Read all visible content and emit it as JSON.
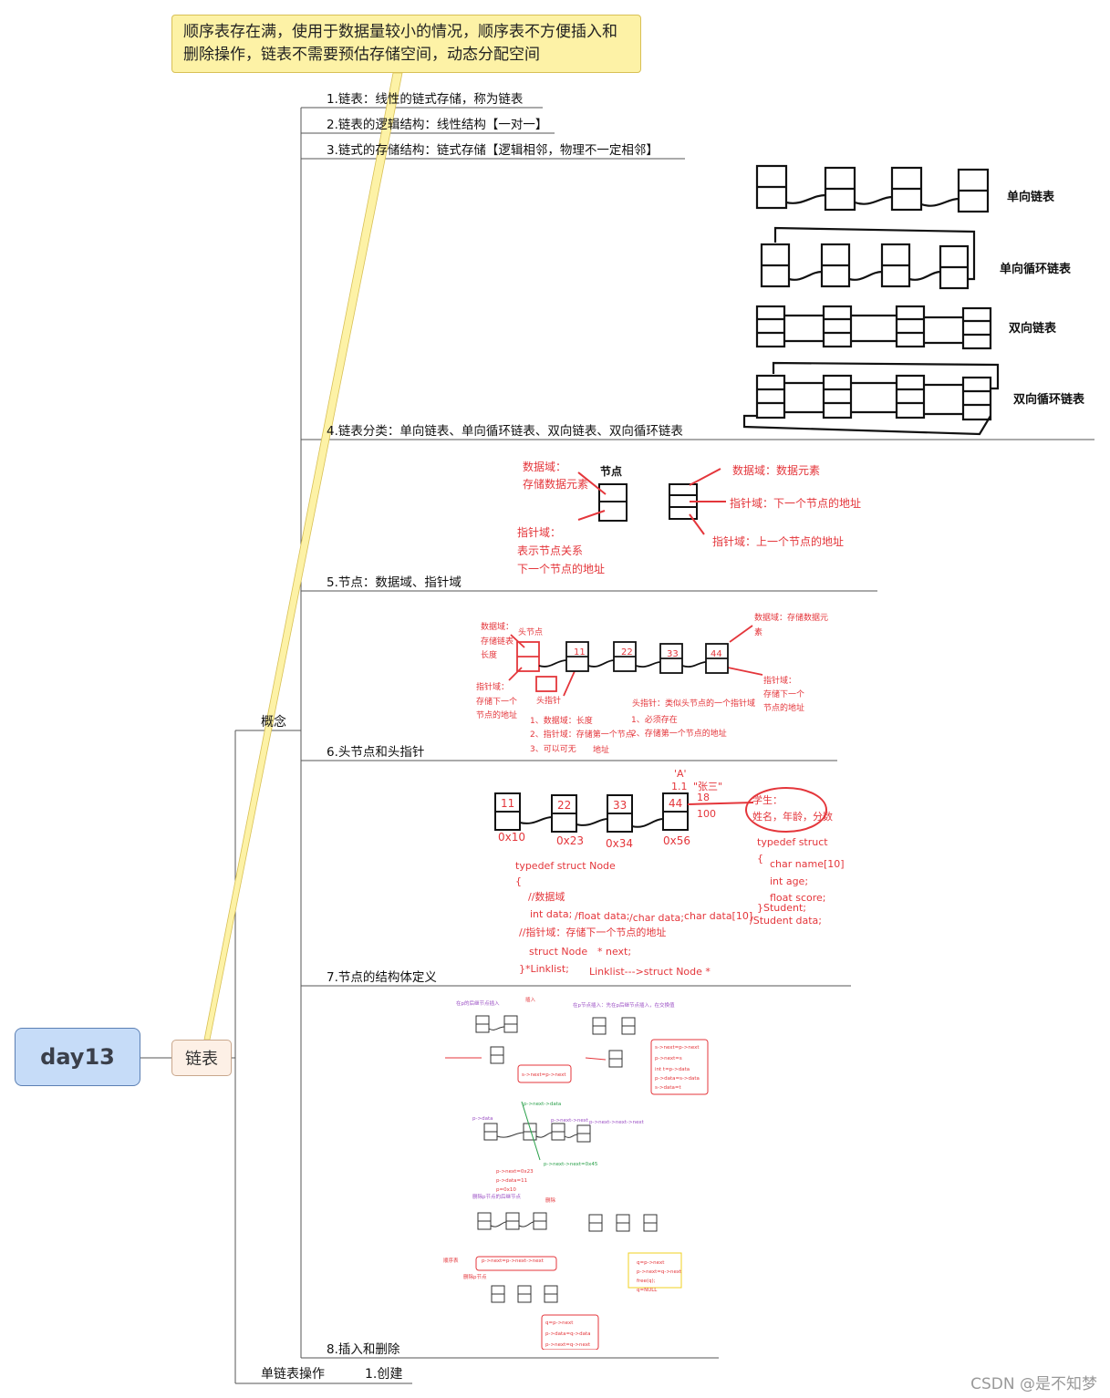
{
  "root": {
    "title": "day13"
  },
  "topic": {
    "title": "链表"
  },
  "callout": {
    "text": "顺序表存在满，使用于数据量较小的情况，顺序表不方便插入和删除操作，链表不需要预估存储空间，动态分配空间"
  },
  "branches": {
    "concept": "概念",
    "ops": "单链表操作",
    "ops_child": "1.创建"
  },
  "concept_items": [
    "1.链表：线性的链式存储，称为链表",
    "2.链表的逻辑结构：线性结构【一对一】",
    "3.链式的存储结构：链式存储【逻辑相邻，物理不一定相邻】",
    "4.链表分类：单向链表、单向循环链表、双向链表、双向循环链表",
    "5.节点：数据域、指针域",
    "6.头节点和头指针",
    "7.节点的结构体定义",
    "8.插入和删除"
  ],
  "fig_types": {
    "labels": [
      "单向链表",
      "单向循环链表",
      "双向链表",
      "双向循环链表"
    ]
  },
  "fig_node": {
    "title": "节点",
    "left_data": [
      "数据域：",
      "存储数据元素"
    ],
    "left_ptr": [
      "指针域：",
      "表示节点关系",
      "下一个节点的地址"
    ],
    "right_data": "数据域：数据元素",
    "right_ptr1": "指针域：下一个节点的地址",
    "right_ptr2": "指针域：上一个节点的地址"
  },
  "fig_head": {
    "head_data": [
      "数据域：",
      "存储链表",
      "长度"
    ],
    "head_node": "头节点",
    "head_ptr": [
      "指针域：",
      "存储下一个",
      "节点的地址"
    ],
    "head_pointer": "头指针",
    "values": [
      "11",
      "22",
      "33",
      "44"
    ],
    "right_data": [
      "数据域：存储数据元",
      "素"
    ],
    "right_ptr": [
      "指针域：",
      "存储下一个",
      "节点的地址"
    ],
    "list1": [
      "1、数据域：长度",
      "2、指针域：存储第一个节点",
      "3、可以可无"
    ],
    "list1_tail": "地址",
    "hp_title": "头指针：类似头节点的一个指针域",
    "list2": [
      "1、必须存在",
      "2、存储第一个节点的地址"
    ]
  },
  "fig_struct": {
    "values": [
      "11",
      "22",
      "33",
      "44"
    ],
    "addrs": [
      "0x10",
      "0x23",
      "0x34",
      "0x56"
    ],
    "above": [
      "'A'",
      "1.1",
      "\"张三\"",
      "18",
      "100"
    ],
    "student": [
      "学生：",
      "姓名，年龄，分数"
    ],
    "code_left": [
      "typedef struct    Node",
      "{",
      "//数据域",
      "int data;",
      "//指针域：存储下一个节点的地址",
      "struct Node",
      "* next;",
      "}*Linklist;",
      "Linklist--->struct Node *"
    ],
    "code_alt": [
      "/float data;",
      "/char data;",
      "char data[10]"
    ],
    "code_right": [
      "typedef struct",
      "{",
      "char name[10]",
      "int age;",
      "float score;",
      "}Student;",
      "/Student data;"
    ]
  },
  "watermark": "CSDN @是不知梦"
}
